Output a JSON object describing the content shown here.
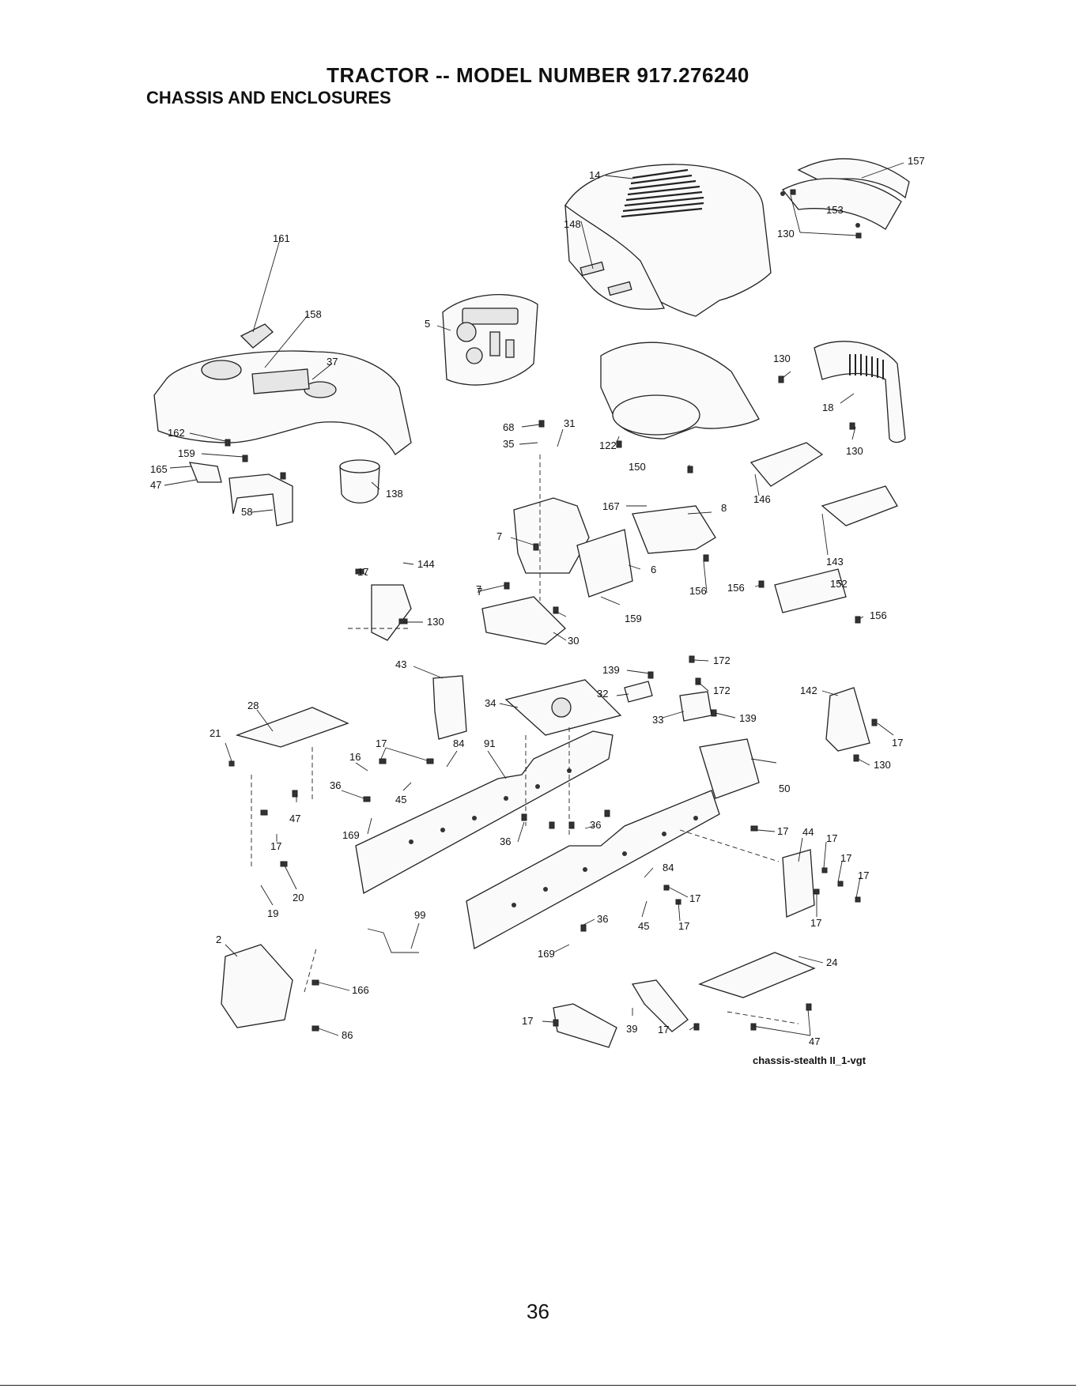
{
  "document": {
    "title": "TRACTOR -- MODEL NUMBER 917.276240",
    "subtitle": "CHASSIS AND ENCLOSURES",
    "image_code": "chassis-stealth II_1-vgt",
    "page_number": "36"
  },
  "callouts": [
    "14",
    "157",
    "153",
    "130",
    "148",
    "5",
    "161",
    "158",
    "37",
    "162",
    "159",
    "165",
    "47",
    "58",
    "138",
    "68",
    "35",
    "31",
    "122",
    "150",
    "130",
    "18",
    "130",
    "146",
    "143",
    "167",
    "8",
    "7",
    "6",
    "156",
    "156",
    "152",
    "156",
    "17",
    "144",
    "130",
    "7",
    "7",
    "159",
    "30",
    "43",
    "139",
    "172",
    "32",
    "172",
    "33",
    "139",
    "142",
    "17",
    "130",
    "28",
    "21",
    "17",
    "84",
    "91",
    "34",
    "16",
    "45",
    "36",
    "47",
    "169",
    "36",
    "36",
    "50",
    "17",
    "44",
    "17",
    "17",
    "17",
    "17",
    "17",
    "20",
    "19",
    "99",
    "84",
    "17",
    "45",
    "17",
    "36",
    "169",
    "2",
    "166",
    "86",
    "24",
    "17",
    "39",
    "17",
    "47"
  ]
}
